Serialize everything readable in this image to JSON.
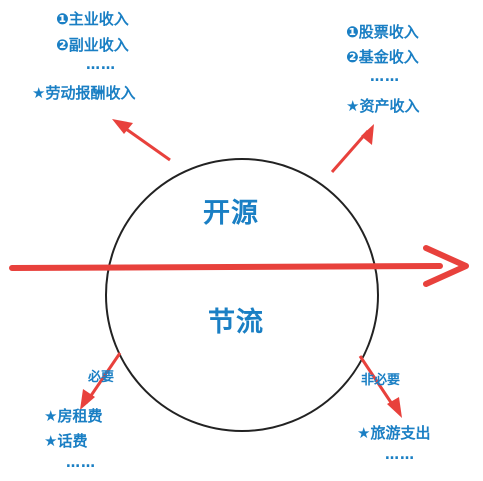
{
  "center": {
    "top_label": "开源",
    "bottom_label": "节流"
  },
  "top_left": {
    "items": [
      "❶主业收入",
      "❷副业收入",
      "……",
      "★劳动报酬收入"
    ]
  },
  "top_right": {
    "items": [
      "❶股票收入",
      "❷基金收入",
      "……",
      "★资产收入"
    ]
  },
  "bottom_left": {
    "arrow_label": "必要",
    "items": [
      "★房租费",
      "★话费",
      "……"
    ]
  },
  "bottom_right": {
    "arrow_label": "非必要",
    "items": [
      "★旅游支出",
      "……"
    ]
  },
  "colors": {
    "text": "#1a7fc4",
    "arrow": "#e8413c",
    "circle": "#222222"
  }
}
